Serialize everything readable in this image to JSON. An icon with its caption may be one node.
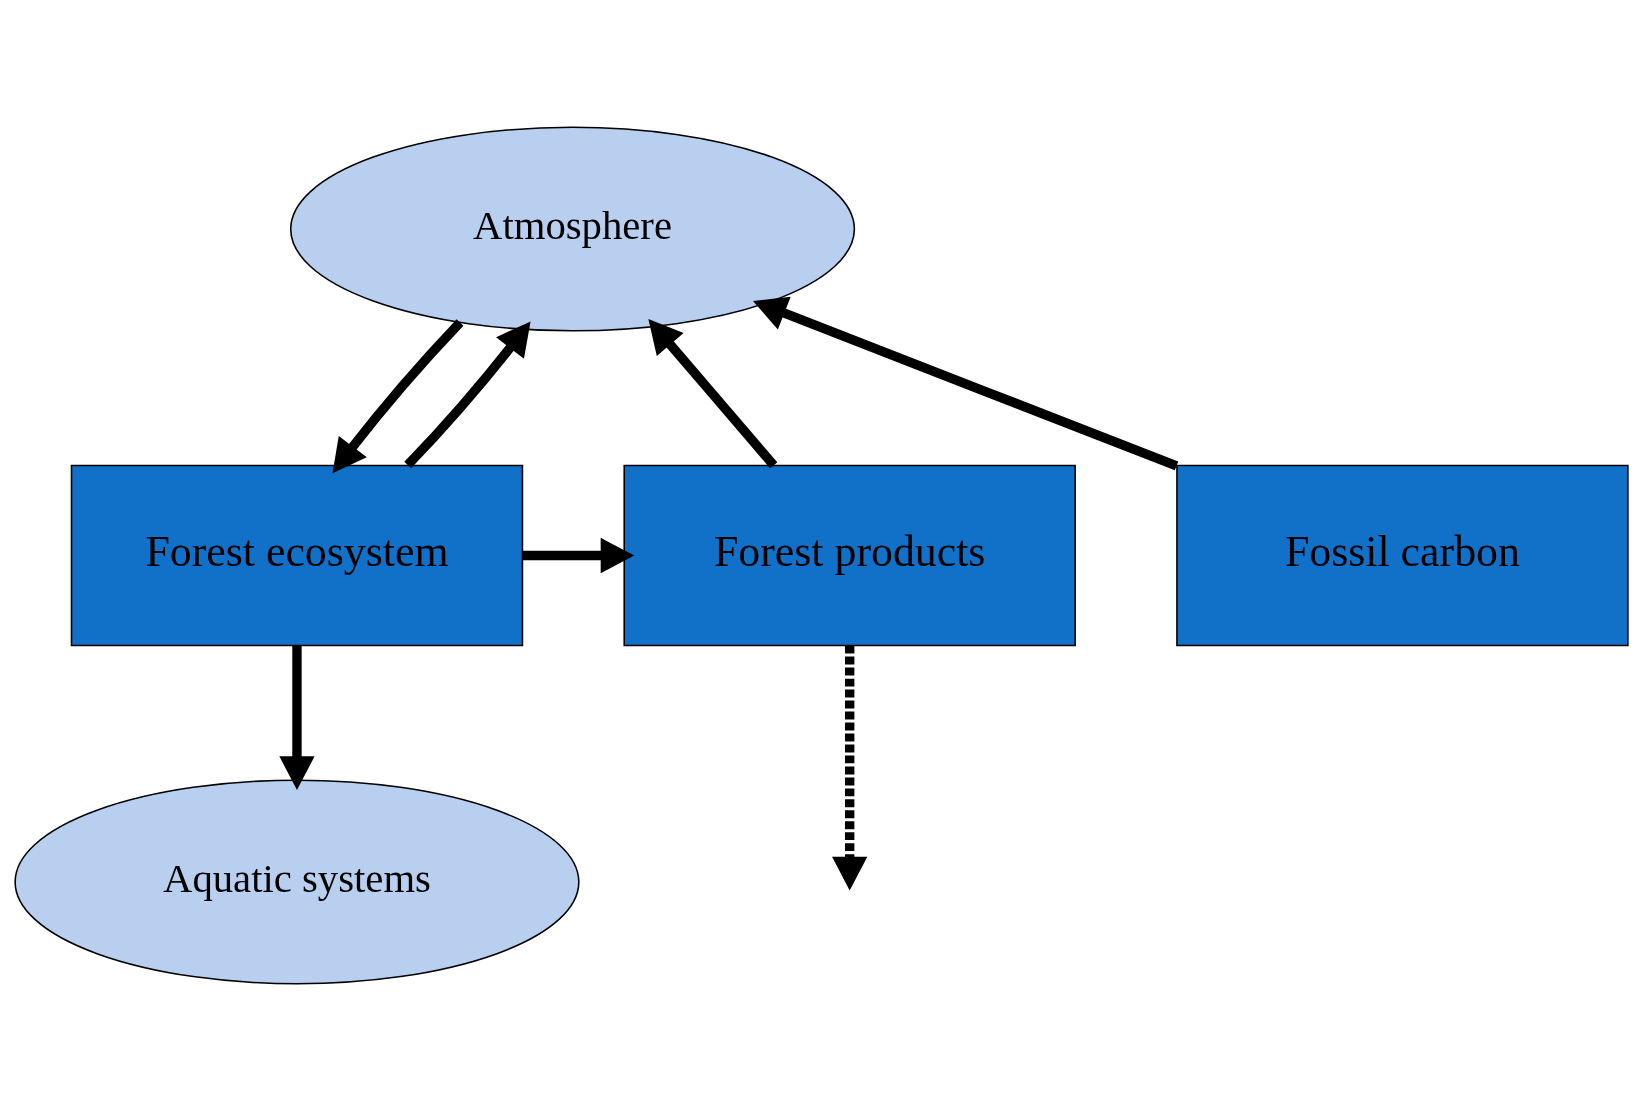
{
  "diagram": {
    "nodes": [
      {
        "text": [
          "Atmosphere"
        ]
      },
      {
        "text": [
          "Forest ecosystem"
        ]
      },
      {
        "text": [
          "Forest products"
        ]
      },
      {
        "text": [
          "Fossil carbon"
        ]
      },
      {
        "text": [
          "Aquatic systems"
        ]
      }
    ],
    "edges": [
      {
        "from": 1,
        "to": 0,
        "arrow": "to"
      },
      {
        "from": 0,
        "to": 1,
        "arrow": "to"
      },
      {
        "from": 1,
        "to": 2,
        "arrow": "to"
      },
      {
        "from": 2,
        "to": 0,
        "arrow": "to"
      },
      {
        "from": 2,
        "to": null,
        "arrow": "to",
        "style": "dashed"
      },
      {
        "from": 3,
        "to": 0,
        "arrow": "to"
      },
      {
        "from": 1,
        "to": 4,
        "arrow": "to"
      }
    ]
  }
}
